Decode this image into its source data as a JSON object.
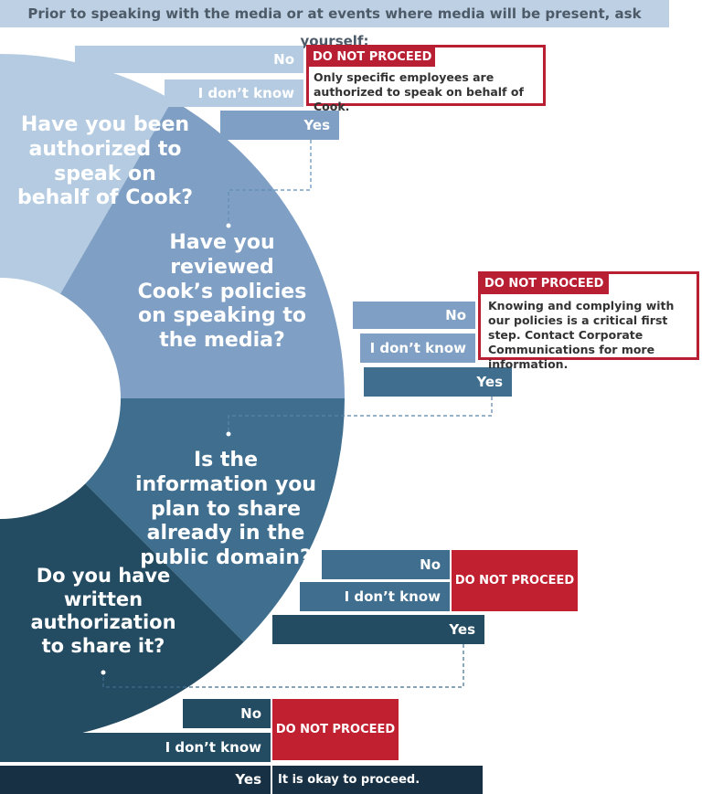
{
  "header": {
    "text": "Prior to speaking with the media or at events where media will be present, ask yourself:"
  },
  "steps": [
    {
      "question": "Have you been authorized to speak on behalf of Cook?",
      "options": {
        "no": "No",
        "dont_know": "I don’t know",
        "yes": "Yes"
      },
      "outcome": {
        "label": "DO NOT PROCEED",
        "message": "Only specific employees are authorized to speak on behalf of Cook."
      }
    },
    {
      "question": "Have you reviewed Cook’s policies on speaking to the media?",
      "options": {
        "no": "No",
        "dont_know": "I don’t know",
        "yes": "Yes"
      },
      "outcome": {
        "label": "DO NOT PROCEED",
        "message": "Knowing and complying with our policies is a critical first step. Contact Corporate Communications for more information."
      }
    },
    {
      "question": "Is the information you plan to share already in the public domain?",
      "options": {
        "no": "No",
        "dont_know": "I don’t know",
        "yes": "Yes"
      },
      "outcome": {
        "label": "DO NOT PROCEED"
      }
    },
    {
      "question": "Do you have written authorization to share it?",
      "options": {
        "no": "No",
        "dont_know": "I don’t know",
        "yes": "Yes"
      },
      "outcome": {
        "label": "DO NOT PROCEED"
      },
      "final": "It is okay to proceed."
    }
  ],
  "colors": {
    "header_bg": "#bed1e4",
    "stage1": "#b4cbe1",
    "stage2": "#7f9fc4",
    "stage3": "#3f6e8f",
    "stage4": "#234b61",
    "final_bar": "#183043",
    "do_not_proceed": "#b81f33"
  }
}
